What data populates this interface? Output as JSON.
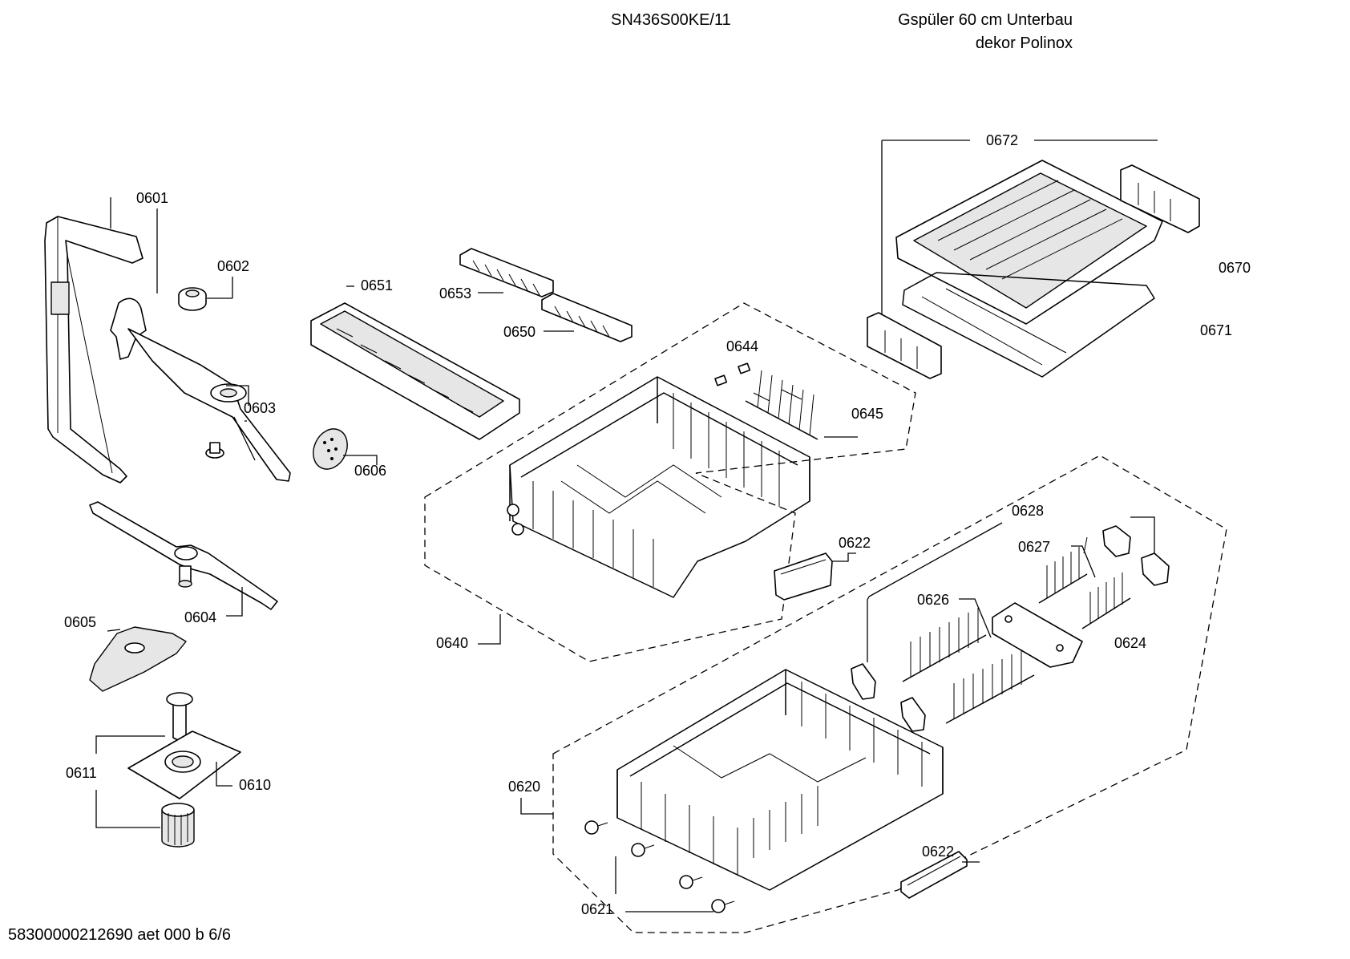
{
  "header": {
    "model": "SN436S00KE/11",
    "description_line1": "Gspüler 60 cm Unterbau",
    "description_line2": "dekor Polinox"
  },
  "footer": {
    "document_id": "58300000212690 aet 000 b 6/6"
  },
  "parts": {
    "p0601": "0601",
    "p0602": "0602",
    "p0603": "0603",
    "p0604": "0604",
    "p0605": "0605",
    "p0606": "0606",
    "p0610": "0610",
    "p0611": "0611",
    "p0620": "0620",
    "p0621": "0621",
    "p0622a": "0622",
    "p0622b": "0622",
    "p0624": "0624",
    "p0626": "0626",
    "p0627": "0627",
    "p0628": "0628",
    "p0640": "0640",
    "p0644": "0644",
    "p0645": "0645",
    "p0650": "0650",
    "p0651": "0651",
    "p0653": "0653",
    "p0670": "0670",
    "p0671": "0671",
    "p0672": "0672"
  }
}
